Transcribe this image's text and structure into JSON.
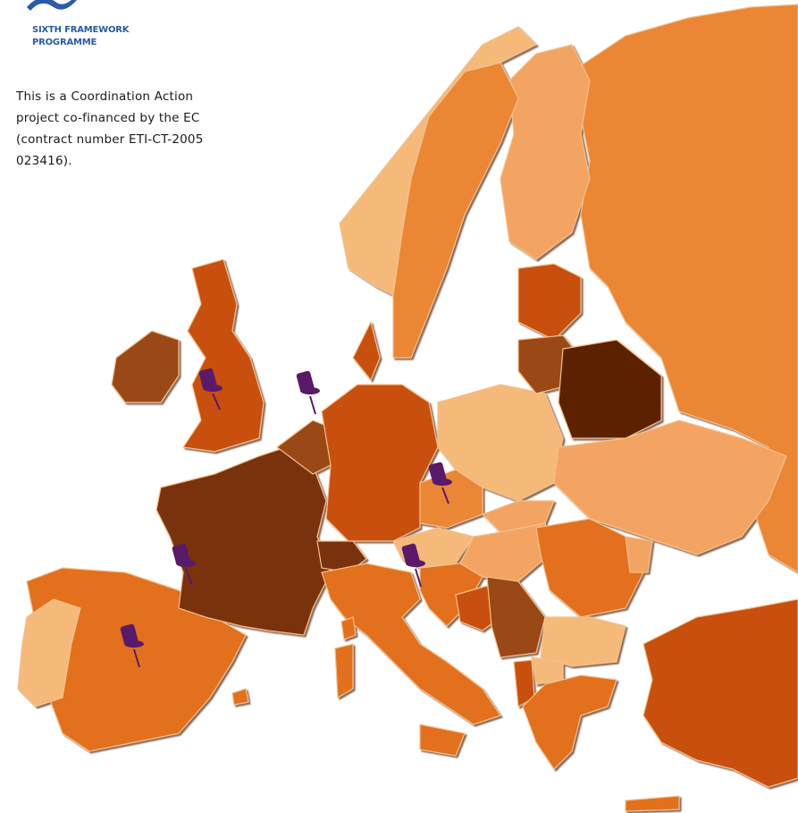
{
  "logo": {
    "line1": "SIXTH FRAMEWORK",
    "line2": "PROGRAMME",
    "color": "#2a5aa8"
  },
  "note": {
    "lines": [
      "This is a Coordination Action",
      "project co-financed by the EC",
      "(contract number ETI-CT-2005",
      "023416)."
    ]
  },
  "map": {
    "palette": {
      "pale": "#f5b97a",
      "light": "#f4a462",
      "medium": "#eb8636",
      "orange": "#e26f1c",
      "rust": "#c84f0c",
      "brown": "#9a4a18",
      "darkbrown": "#7a3008",
      "deepbrown": "#5c2404"
    },
    "pin_color": "#5a1a6a",
    "pins": [
      {
        "name": "uk-pin"
      },
      {
        "name": "netherlands-pin"
      },
      {
        "name": "czech-pin"
      },
      {
        "name": "france-pin"
      },
      {
        "name": "slovenia-pin"
      },
      {
        "name": "spain-pin"
      }
    ]
  }
}
